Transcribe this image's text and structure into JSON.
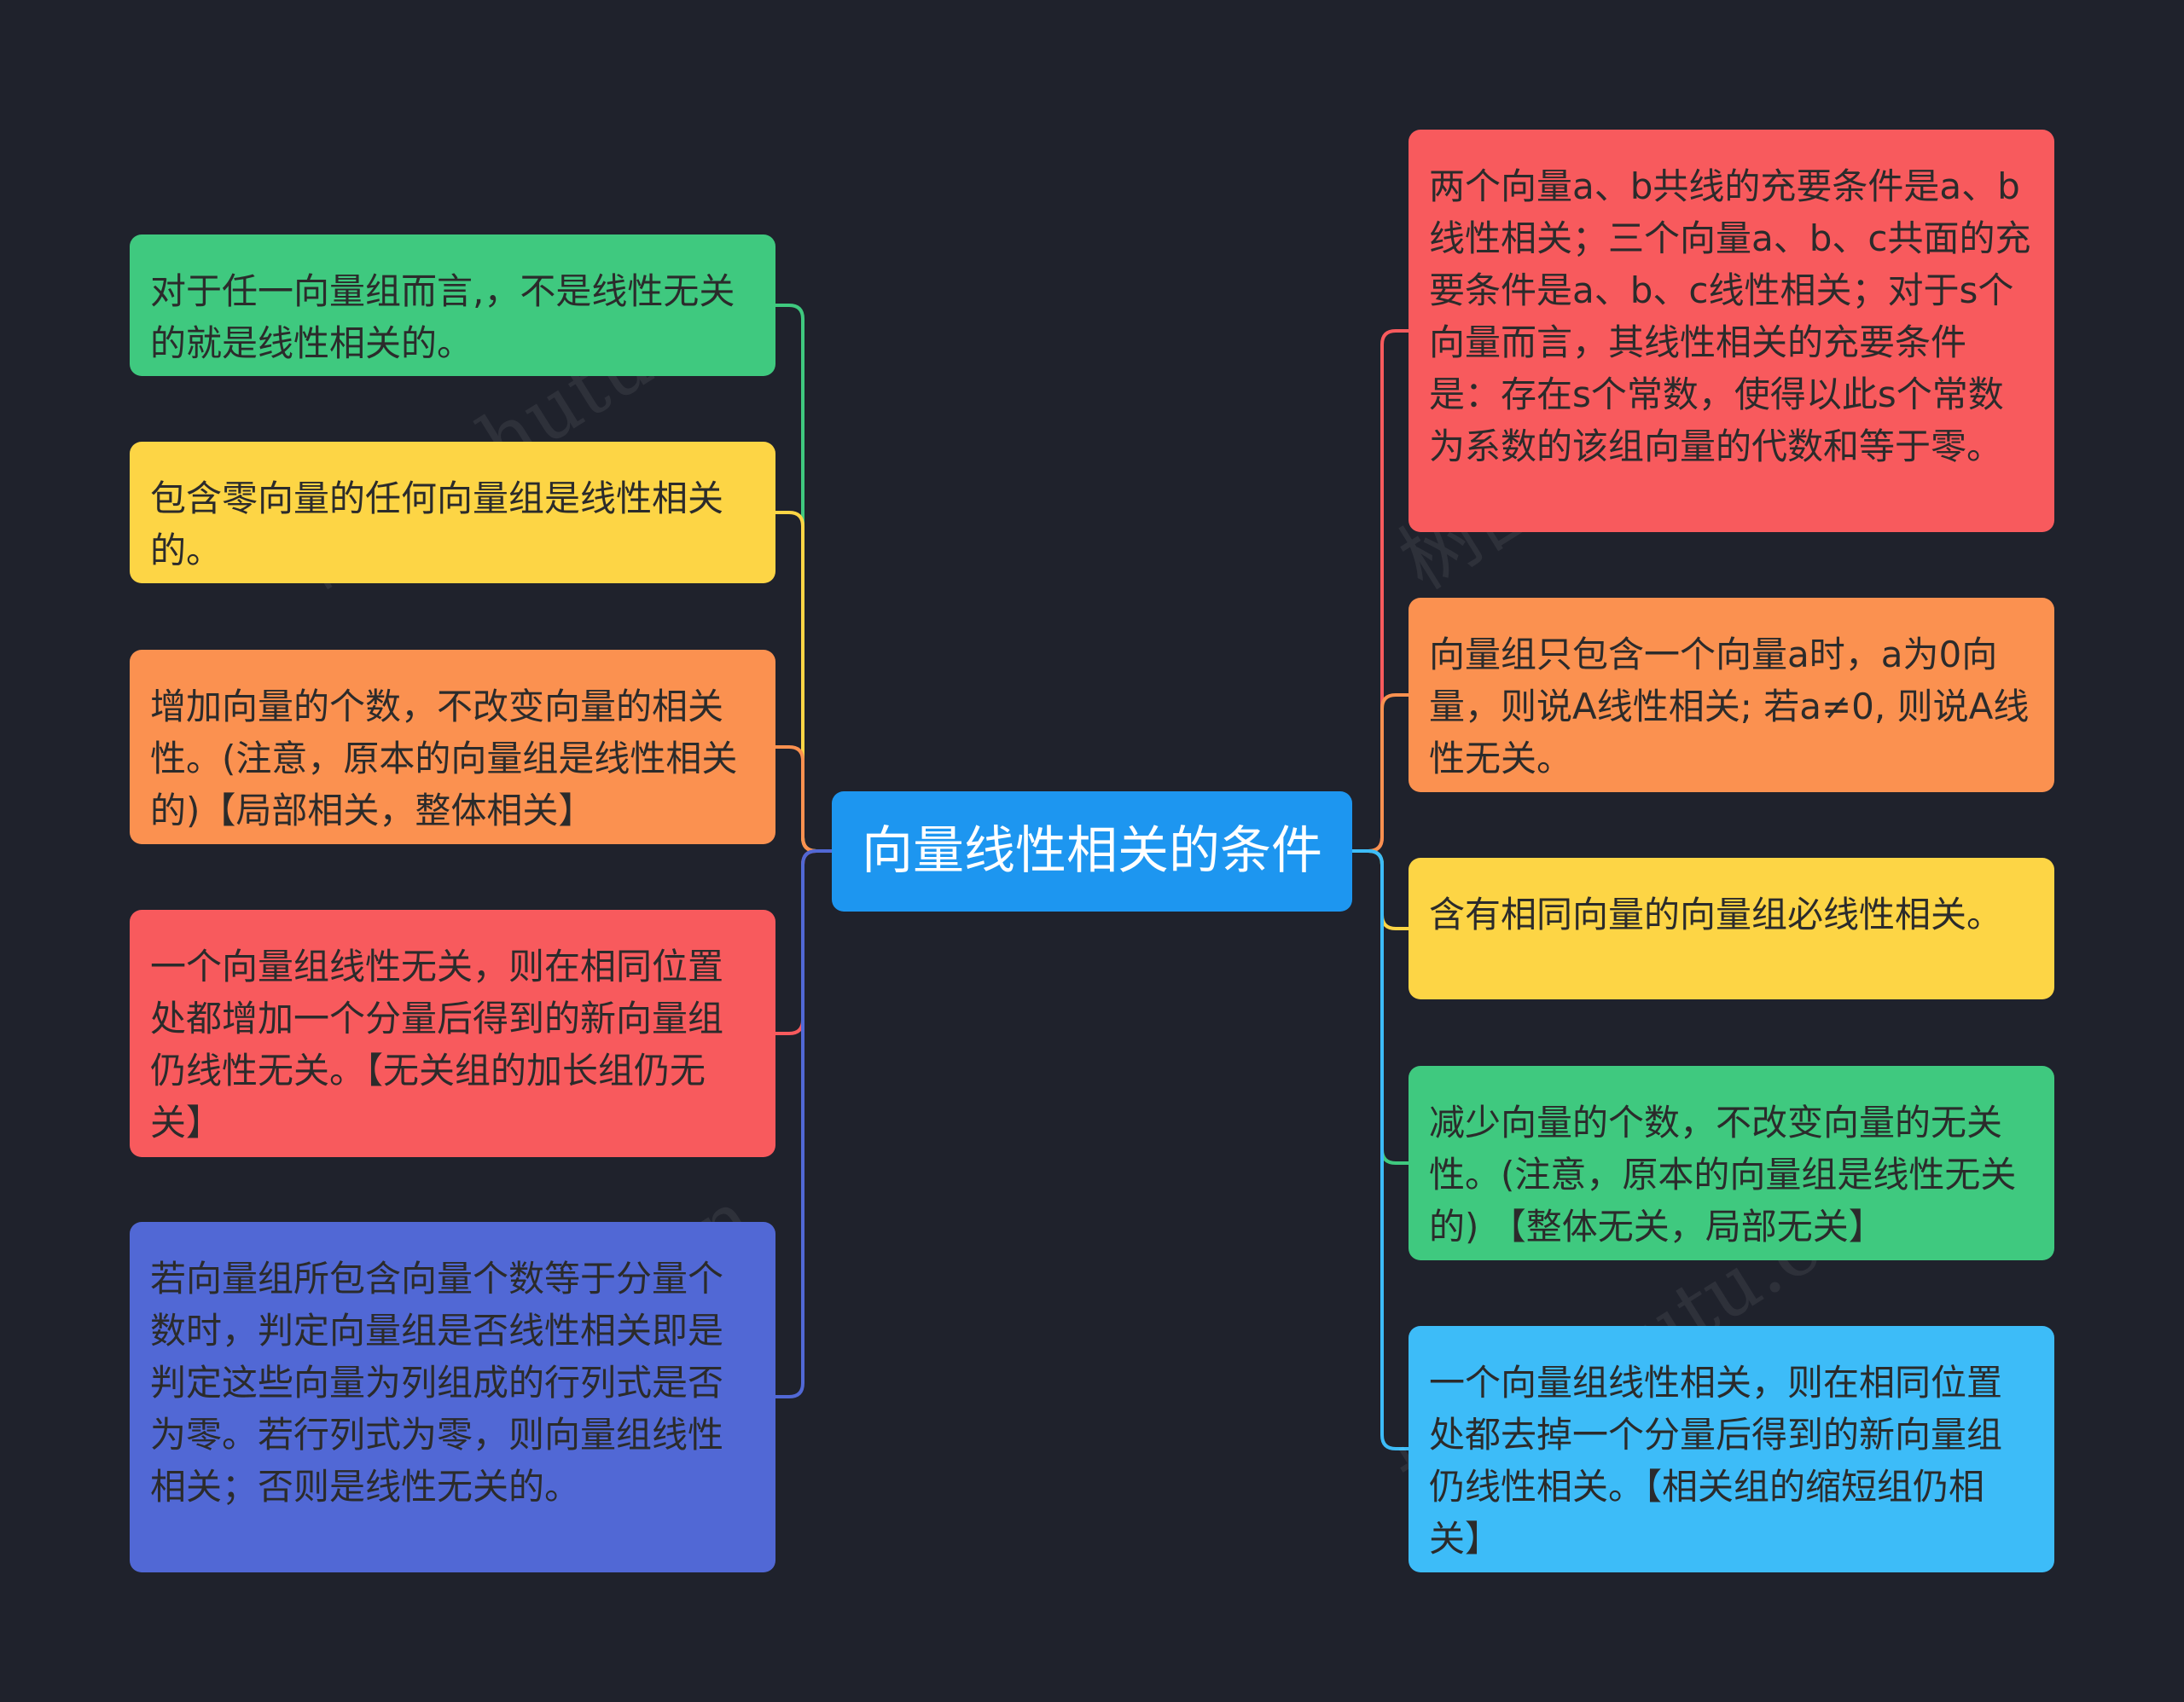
{
  "center": {
    "label": "向量线性相关的条件",
    "color": "#1d96f0"
  },
  "watermark": "树图 shutu.cn",
  "left_nodes": [
    {
      "text": "对于任一向量组而言,，不是线性无关的就是线性相关的。",
      "color": "#3fc97f"
    },
    {
      "text": "包含零向量的任何向量组是线性相关的。",
      "color": "#fdd545"
    },
    {
      "text": "增加向量的个数，不改变向量的相关性。(注意，原本的向量组是线性相关的)【局部相关，整体相关】",
      "color": "#fb9150"
    },
    {
      "text": "一个向量组线性无关，则在相同位置处都增加一个分量后得到的新向量组仍线性无关。【无关组的加长组仍无关】",
      "color": "#f85a5d"
    },
    {
      "text": "若向量组所包含向量个数等于分量个数时，判定向量组是否线性相关即是判定这些向量为列组成的行列式是否为零。若行列式为零，则向量组线性相关；否则是线性无关的。",
      "color": "#5168d5"
    }
  ],
  "right_nodes": [
    {
      "text": "两个向量a、b共线的充要条件是a、b线性相关；三个向量a、b、c共面的充要条件是a、b、c线性相关；对于s个向量而言，其线性相关的充要条件是：存在s个常数，使得以此s个常数为系数的该组向量的代数和等于零。",
      "color": "#f85a5d"
    },
    {
      "text": "向量组只包含一个向量a时，a为0向量，则说A线性相关; 若a≠0, 则说A线性无关。",
      "color": "#fb9150"
    },
    {
      "text": "含有相同向量的向量组必线性相关。",
      "color": "#fdd545"
    },
    {
      "text": "减少向量的个数，不改变向量的无关性。(注意，原本的向量组是线性无关的) 【整体无关，局部无关】",
      "color": "#3fc97f"
    },
    {
      "text": "一个向量组线性相关，则在相同位置处都去掉一个分量后得到的新向量组仍线性相关。【相关组的缩短组仍相关】",
      "color": "#3dbcf8"
    }
  ]
}
